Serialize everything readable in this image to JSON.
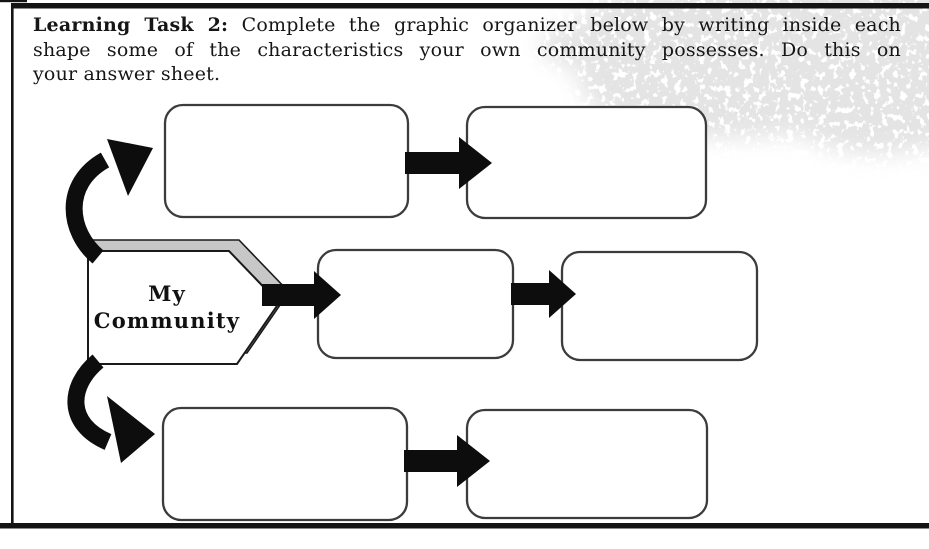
{
  "document": {
    "instruction": {
      "bold_label": "Learning Task 2:",
      "line1_rest": " Complete the graphic organizer below by writing inside each",
      "line2": "shape some of the characteristics your own community possesses. Do this on",
      "line3": "your answer sheet."
    },
    "organizer": {
      "source_shape": {
        "line1": "My",
        "line2": "Community"
      },
      "answer_boxes": [
        {
          "id": "top-left",
          "value": ""
        },
        {
          "id": "top-right",
          "value": ""
        },
        {
          "id": "middle-left",
          "value": ""
        },
        {
          "id": "middle-right",
          "value": ""
        },
        {
          "id": "bottom-left",
          "value": ""
        },
        {
          "id": "bottom-right",
          "value": ""
        }
      ]
    },
    "colors": {
      "ink": "#0d0d0d",
      "box_border": "#3c3c3c",
      "pentagon_band": "#c7c7c7",
      "watermark_gray": "#b6b6b6"
    }
  }
}
